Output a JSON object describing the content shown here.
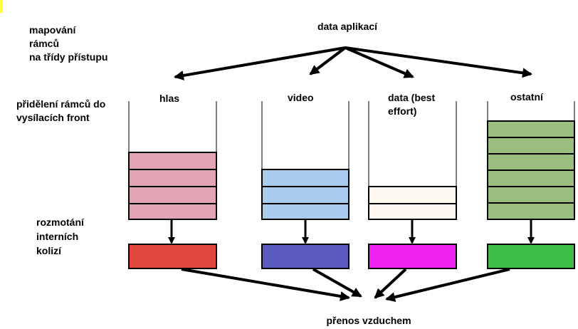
{
  "source": "data aplikací",
  "sink": "přenos vzduchem",
  "stages": {
    "mapping": [
      "mapování",
      "rámců",
      "na třídy přístupu"
    ],
    "assign": [
      "přidělení rámců do",
      "vysílacích front"
    ],
    "collision": [
      "rozmotání",
      "interních",
      "kolizí"
    ]
  },
  "queues": [
    {
      "label": "hlas",
      "frames": 4,
      "queue_color": "#e0a4b2",
      "output_color": "#e0463c"
    },
    {
      "label": "video",
      "frames": 3,
      "queue_color": "#a8cbee",
      "output_color": "#5c5cc0"
    },
    {
      "label_lines": [
        "data (best",
        "effort)"
      ],
      "frames": 2,
      "queue_color": "#fffaf0",
      "output_color": "#ee22ee"
    },
    {
      "label": "ostatní",
      "frames": 6,
      "queue_color": "#9bbd7e",
      "output_color": "#3cbe48"
    }
  ],
  "accent_color": "#ffff33"
}
